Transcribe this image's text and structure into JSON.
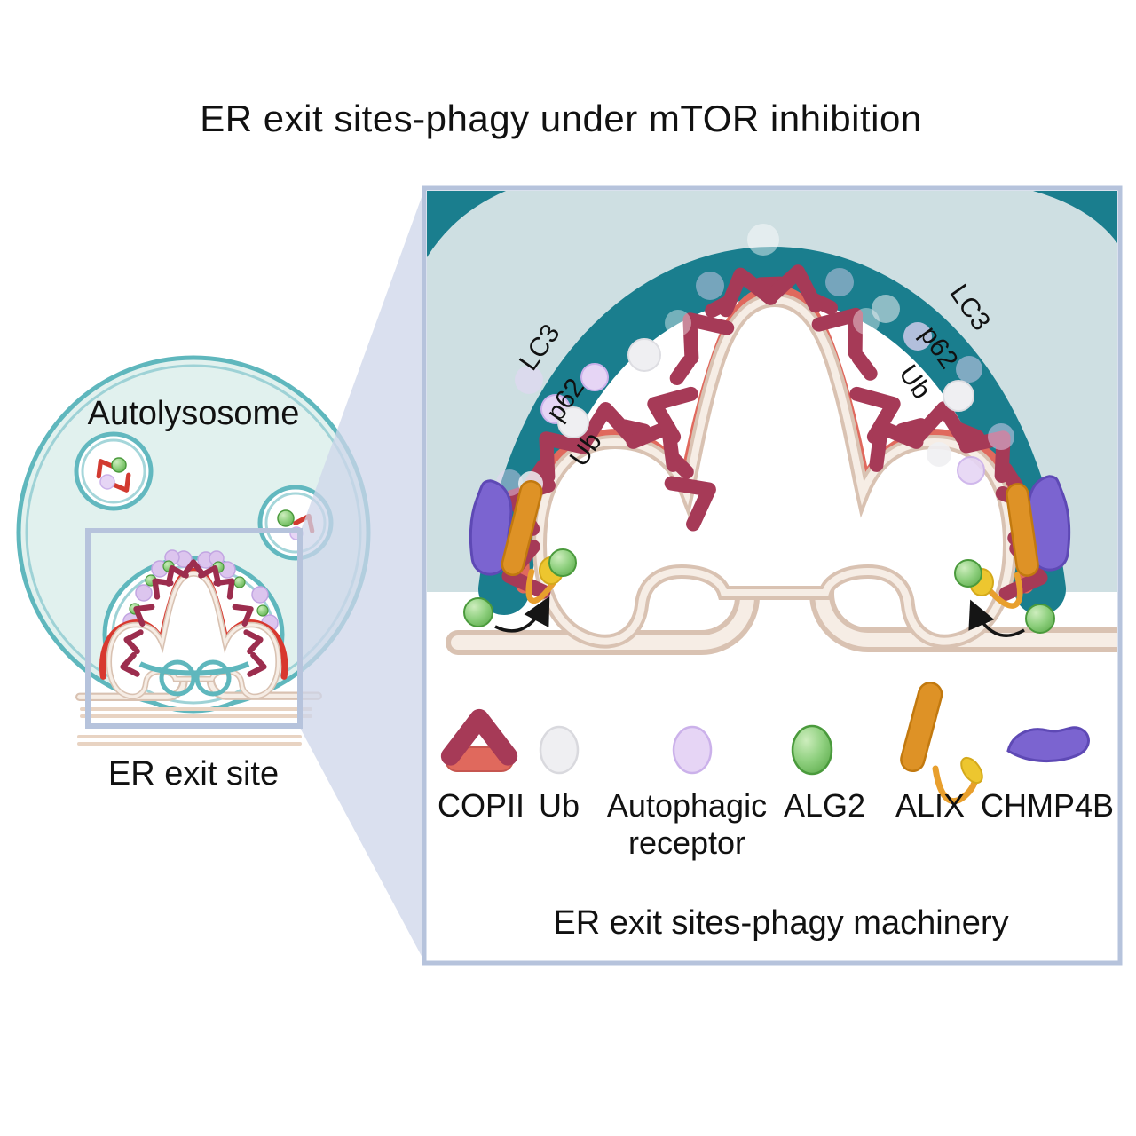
{
  "title": "ER exit sites-phagy under mTOR inhibition",
  "left_figure": {
    "autolysosome_label": "Autolysosome",
    "er_exit_site_label": "ER exit site"
  },
  "panel": {
    "caption": "ER exit sites-phagy machinery",
    "membrane_labels": {
      "lc3": "LC3",
      "p62": "p62",
      "ub": "Ub"
    }
  },
  "legend": {
    "items": [
      {
        "label": "COPII",
        "icon": "copii-icon"
      },
      {
        "label": "Ub",
        "icon": "ubiquitin-icon"
      },
      {
        "label_line1": "Autophagic",
        "label_line2": "receptor",
        "icon": "autophagic-receptor-icon"
      },
      {
        "label": "ALG2",
        "icon": "alg2-icon"
      },
      {
        "label": "ALIX",
        "icon": "alix-icon"
      },
      {
        "label": "CHMP4B",
        "icon": "chmp4b-icon"
      }
    ]
  },
  "colors": {
    "phagophore_teal": "#1A7E8E",
    "cytosol_pale_blue": "#CEDFE2",
    "copii_maroon": "#A63A57",
    "membrane_salmon": "#E0695D",
    "er_cream_edge": "#D9C2B2",
    "er_cream_core": "#F6EDE5",
    "ub_gray": "#EFEFF2",
    "receptor_lavender": "#E6D5F5",
    "alg2_green": "#8FD07F",
    "alix_orange": "#DE9226",
    "alix_hook_yellow": "#EDC62F",
    "chmp4b_purple": "#7B64D0",
    "zoom_box_blue": "#B6C3DC",
    "mini_coat_red": "#D8382F",
    "autolysosome_fill": "#E1F1EE",
    "autolysosome_ring": "#5FB7BD",
    "label_gray": "#8F9396",
    "lc3_gray": "#4A6069"
  }
}
